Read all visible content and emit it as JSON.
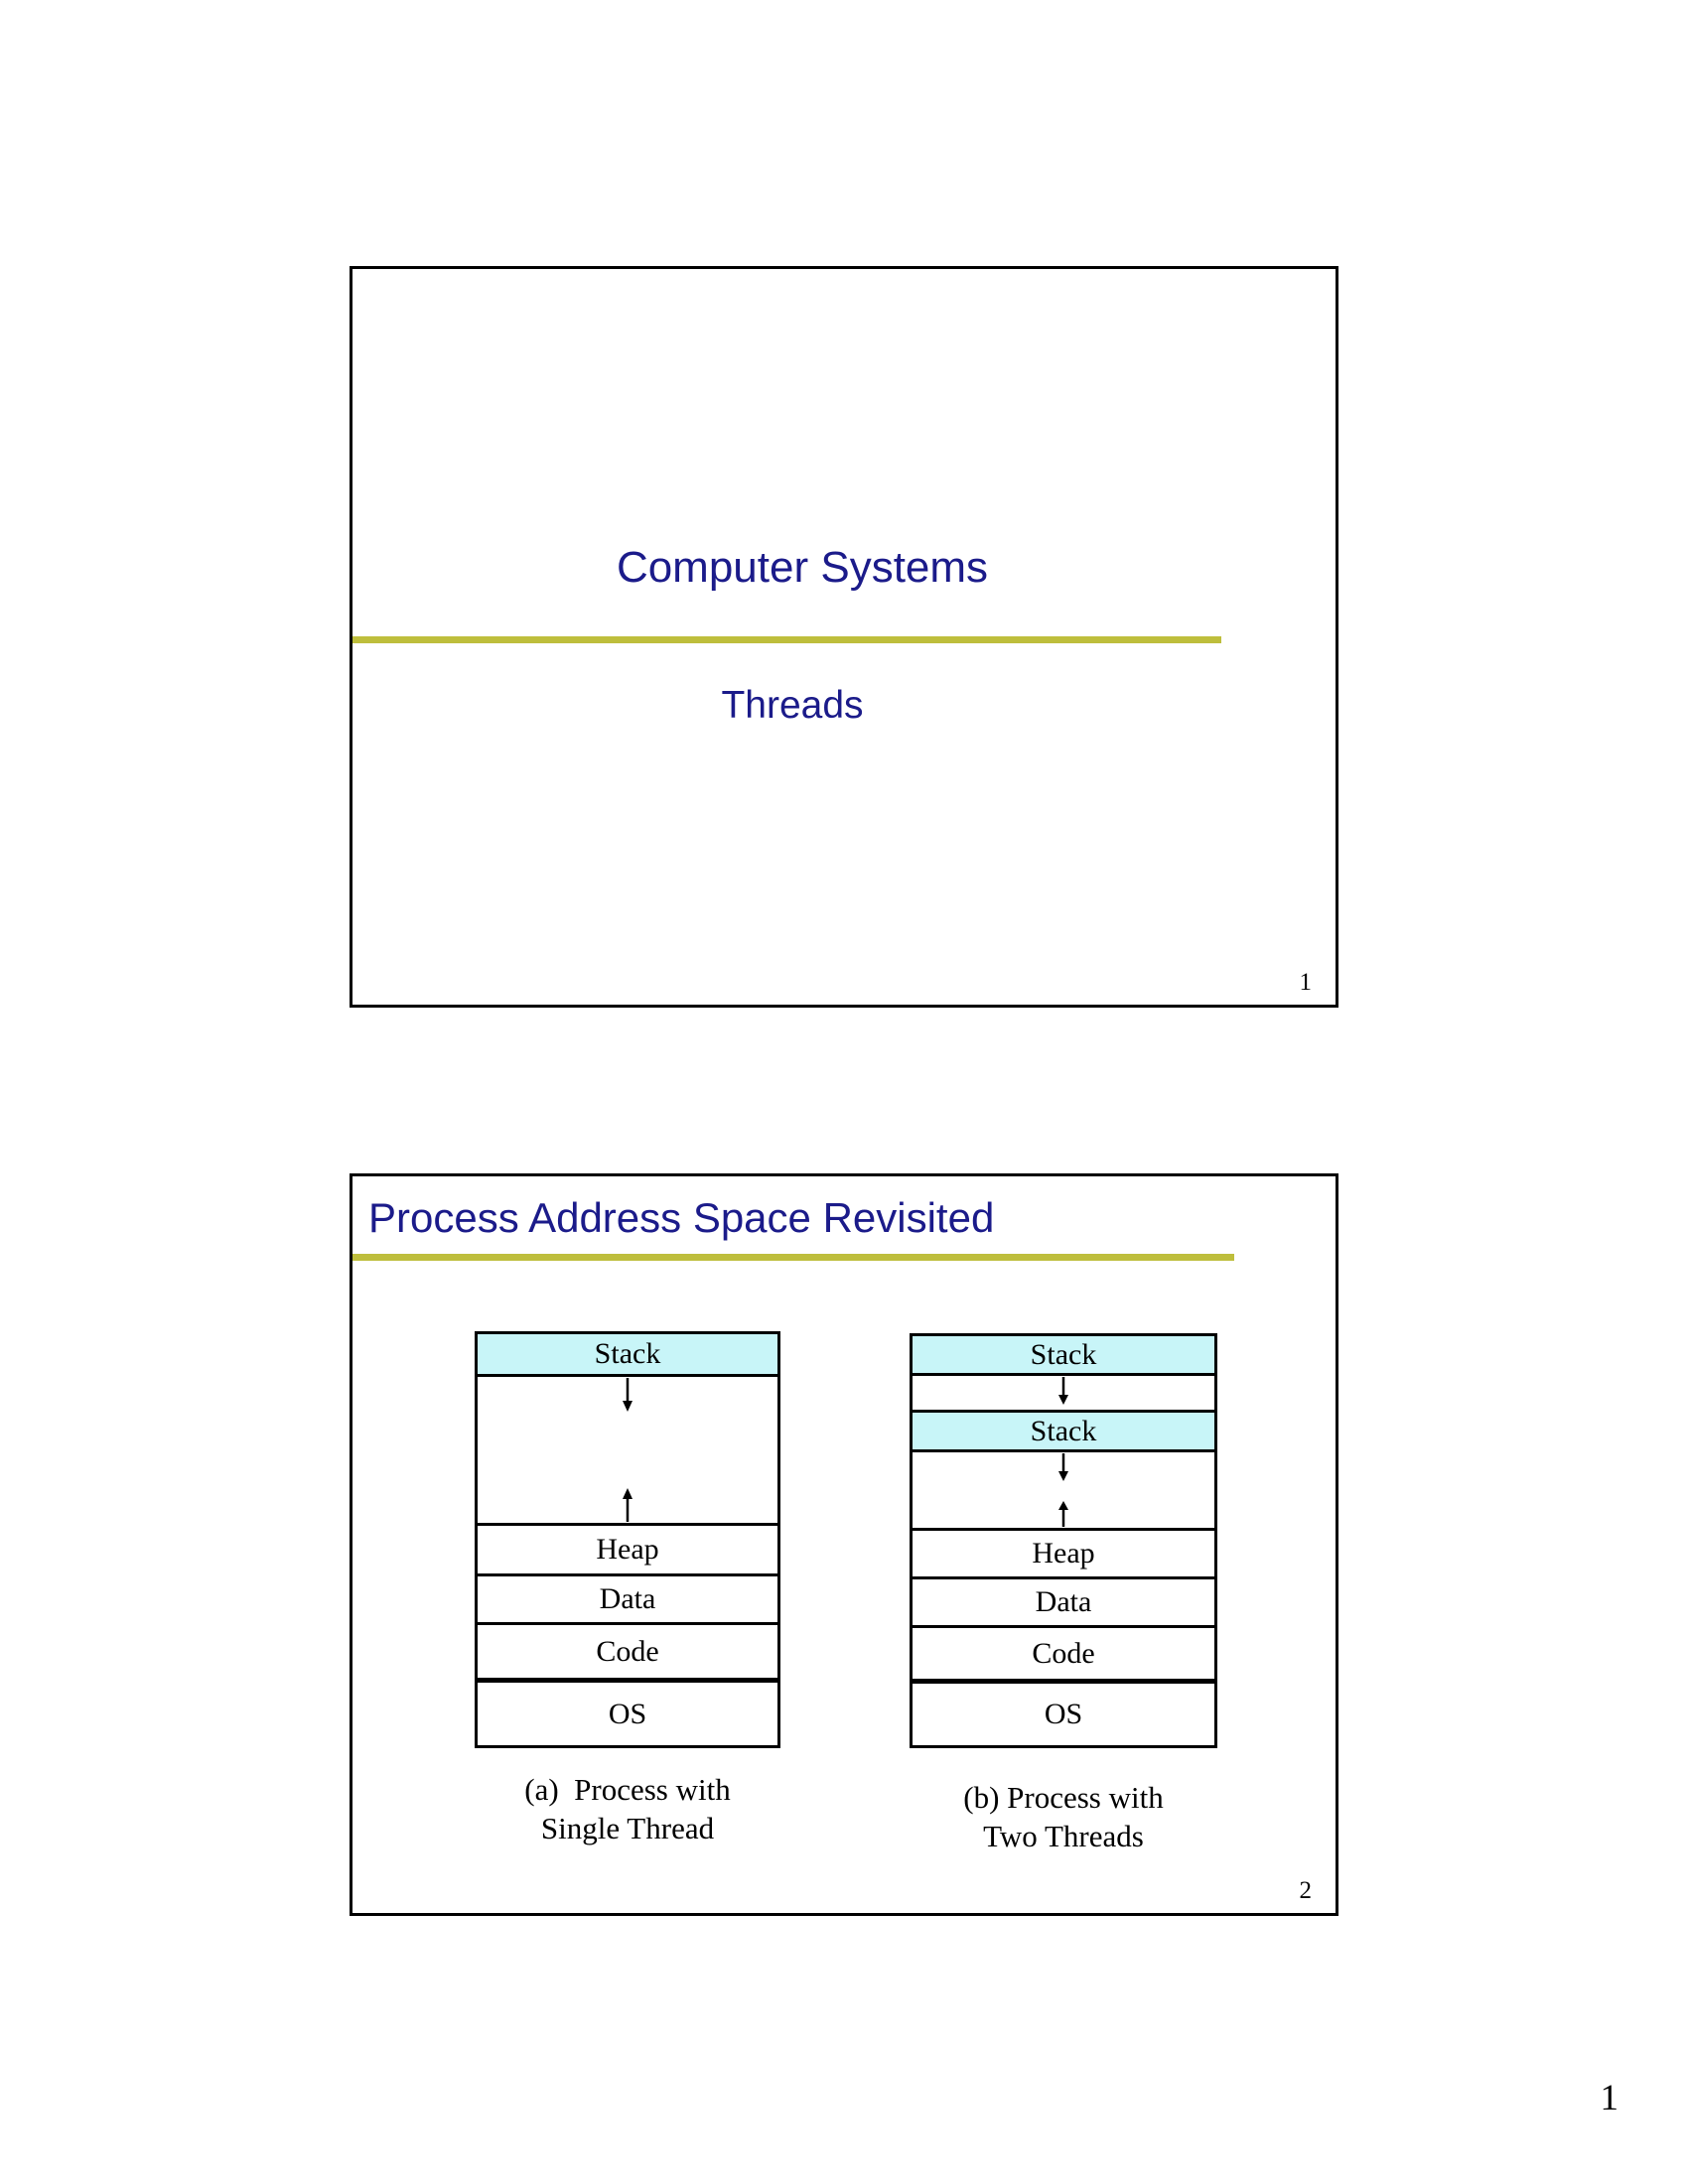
{
  "page": {
    "page_number": "1"
  },
  "colors": {
    "title_navy": "#1b1b8a",
    "rule_olive": "#bebe3c",
    "stack_cyan": "#c8f5f8",
    "border_black": "#000000"
  },
  "slide1": {
    "title": "Computer Systems",
    "subtitle": "Threads",
    "slide_number": "1"
  },
  "slide2": {
    "title": "Process Address Space Revisited",
    "slide_number": "2",
    "diagram_a": {
      "stack_label": "Stack",
      "heap_label": "Heap",
      "data_label": "Data",
      "code_label": "Code",
      "os_label": "OS",
      "caption_line1": "(a)  Process with",
      "caption_line2": "Single Thread"
    },
    "diagram_b": {
      "stack1_label": "Stack",
      "stack2_label": "Stack",
      "heap_label": "Heap",
      "data_label": "Data",
      "code_label": "Code",
      "os_label": "OS",
      "caption_line1": "(b) Process with",
      "caption_line2": "Two Threads"
    }
  }
}
